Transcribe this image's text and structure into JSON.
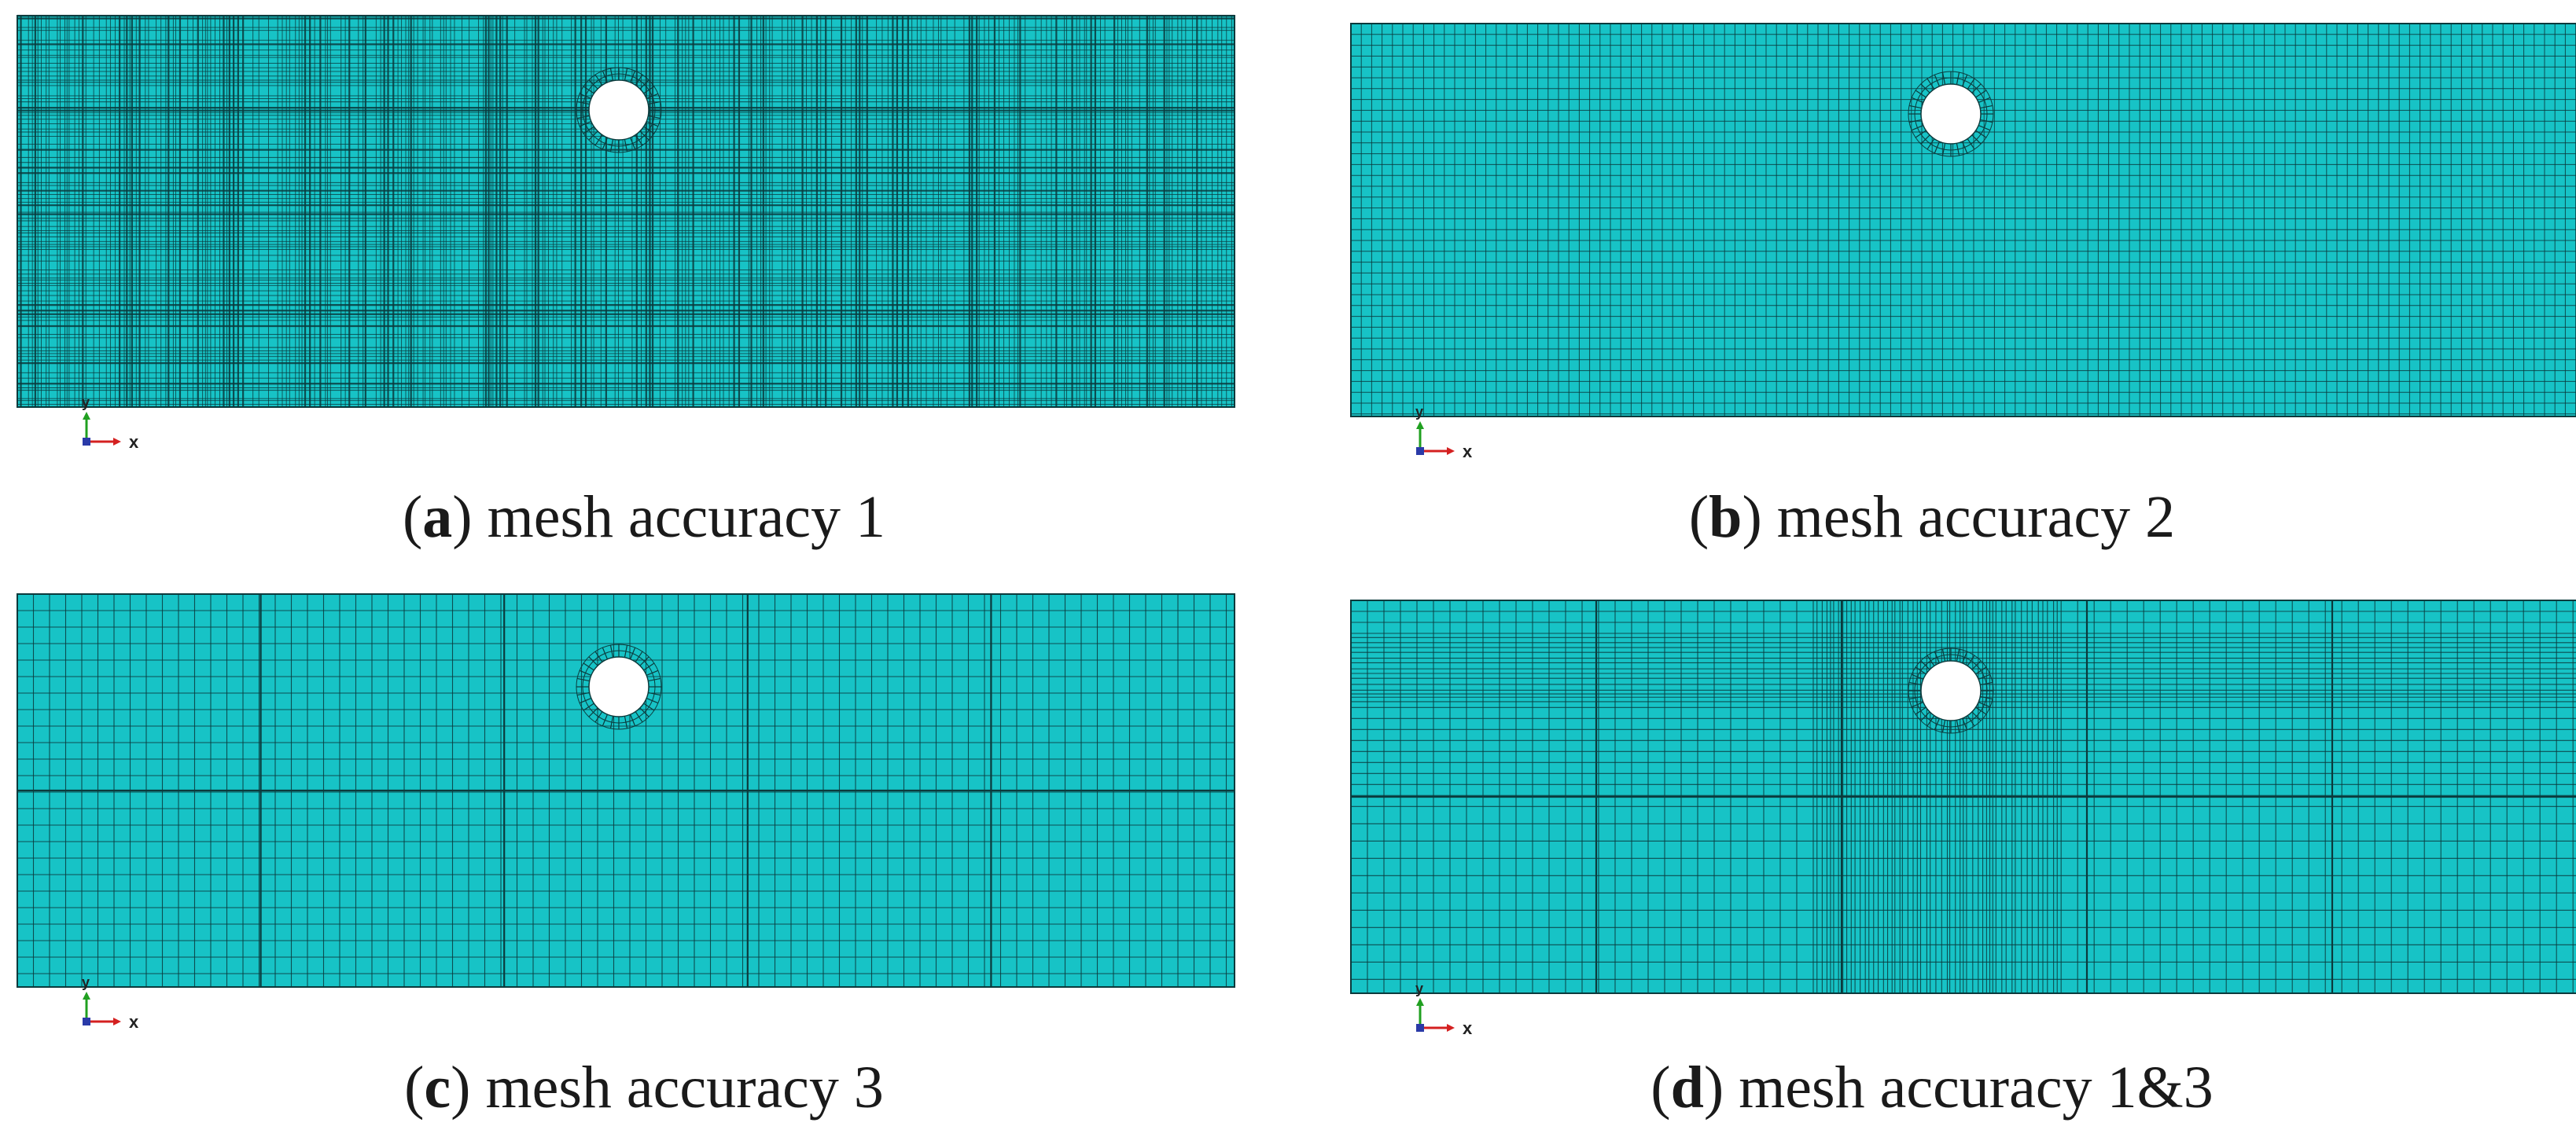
{
  "colors": {
    "mesh_fill": "#17c3c6",
    "mesh_line": "#0b3a3c",
    "hole": "#ffffff",
    "axis_x": "#d42020",
    "axis_y": "#20a020",
    "axis_origin": "#2a3aa8"
  },
  "axis_labels": {
    "x": "x",
    "y": "y"
  },
  "panels": [
    {
      "id": "a",
      "letter": "a",
      "caption_text": " mesh accuracy 1",
      "mesh_type": "fine-irregular"
    },
    {
      "id": "b",
      "letter": "b",
      "caption_text": " mesh accuracy 2",
      "mesh_type": "uniform-medium"
    },
    {
      "id": "c",
      "letter": "c",
      "caption_text": " mesh accuracy 3",
      "mesh_type": "uniform-coarse"
    },
    {
      "id": "d",
      "letter": "d",
      "caption_text": " mesh accuracy 1&3",
      "mesh_type": "mixed-refined-band"
    }
  ]
}
